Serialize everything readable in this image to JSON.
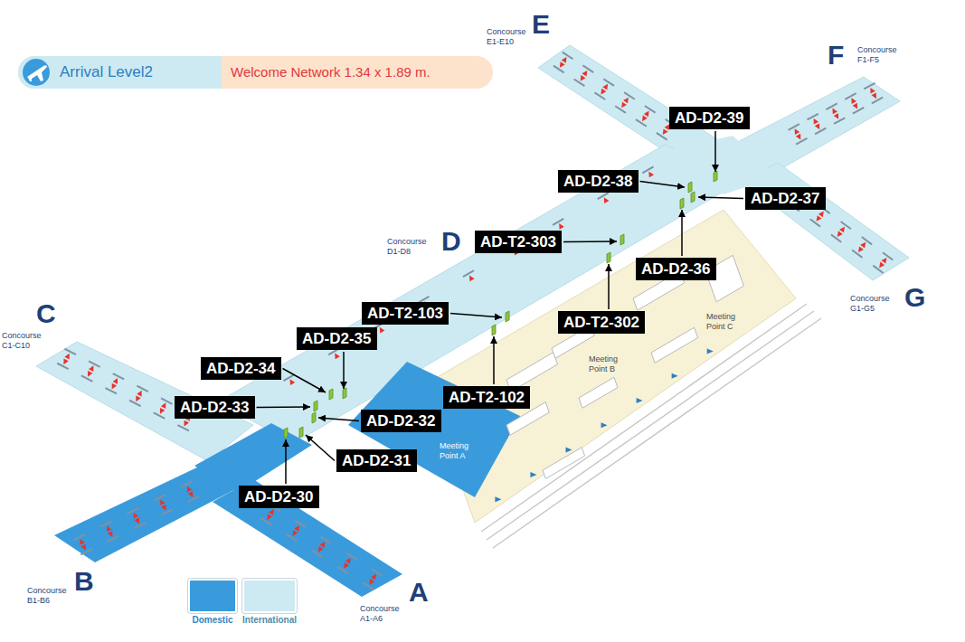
{
  "diagram": {
    "title": "Arrival Level2",
    "nodes": [
      {
        "text": [
          "AD-D2-39"
        ]
      },
      {
        "text": [
          "AD-D2-38"
        ]
      },
      {
        "text": [
          "AD-D2-37"
        ]
      },
      {
        "text": [
          "AD-T2-303"
        ]
      },
      {
        "text": [
          "AD-D2-36"
        ]
      },
      {
        "text": [
          "AD-T2-103"
        ]
      },
      {
        "text": [
          "AD-T2-302"
        ]
      },
      {
        "text": [
          "AD-D2-35"
        ]
      },
      {
        "text": [
          "AD-D2-34"
        ]
      },
      {
        "text": [
          "AD-T2-102"
        ]
      },
      {
        "text": [
          "AD-D2-33"
        ]
      },
      {
        "text": [
          "AD-D2-32"
        ]
      },
      {
        "text": [
          "AD-D2-31"
        ]
      },
      {
        "text": [
          "AD-D2-30"
        ]
      }
    ],
    "labels": [
      "Welcome Network 1.34 x 1.89 m.",
      "E",
      "Concourse E1-E10",
      "F",
      "Concourse F1-F5",
      "D",
      "Concourse D1-D8",
      "C",
      "Concourse C1-C10",
      "G",
      "Concourse G1-G5",
      "B",
      "Concourse B1-B6",
      "A",
      "Concourse A1-A6",
      "Meeting Point A",
      "Meeting Point B",
      "Meeting Point C"
    ],
    "legend": [
      {
        "text": "Domestic",
        "color": "#3a9bdc"
      },
      {
        "text": "International",
        "color": "#cdeaf2"
      }
    ]
  }
}
